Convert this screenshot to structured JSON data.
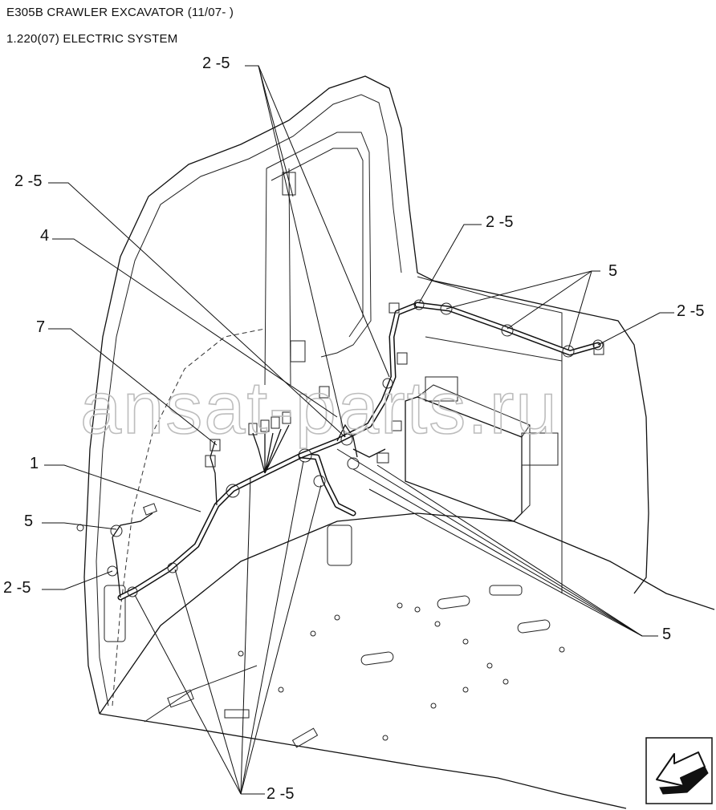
{
  "header": {
    "title": "E305B CRAWLER EXCAVATOR (11/07- )",
    "subtitle": "1.220(07) ELECTRIC SYSTEM"
  },
  "watermark": "ansat-parts.ru",
  "callouts": {
    "c_top": "2 -5",
    "c_upper_left": "2 -5",
    "c_4": "4",
    "c_7": "7",
    "c_right_top": "2 -5",
    "c_5_top": "5",
    "c_right_mid": "2 -5",
    "c_1": "1",
    "c_5_left": "5",
    "c_left_low": "2 -5",
    "c_5_right": "5",
    "c_bottom": "2 -5"
  },
  "nav": {
    "icon": "arrow-left-icon"
  }
}
